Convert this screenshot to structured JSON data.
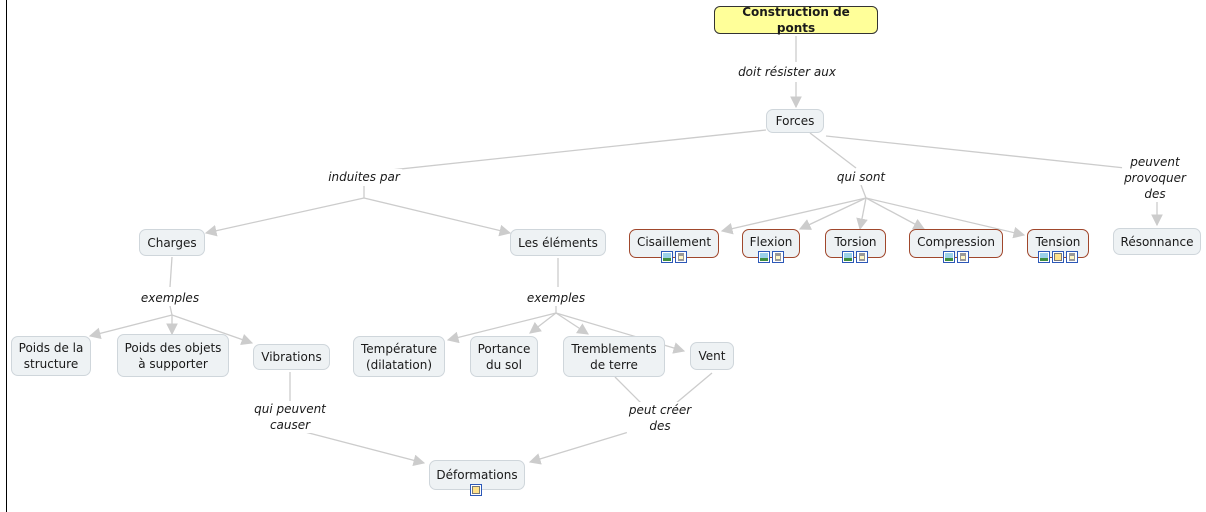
{
  "concept_map": {
    "root": "Construction de ponts",
    "concepts": {
      "forces": "Forces",
      "charges": "Charges",
      "elements": "Les éléments",
      "cisaillement": "Cisaillement",
      "flexion": "Flexion",
      "torsion": "Torsion",
      "compression": "Compression",
      "tension": "Tension",
      "resonnance": "Résonnance",
      "poids_structure": "Poids de la\nstructure",
      "poids_objets": "Poids des objets\nà supporter",
      "vibrations": "Vibrations",
      "temperature": "Température\n(dilatation)",
      "portance": "Portance\ndu sol",
      "tremblements": "Tremblements\nde terre",
      "vent": "Vent",
      "deformations": "Déformations"
    },
    "links": {
      "doit_resister": "doit résister aux",
      "induites_par": "induites par",
      "qui_sont": "qui sont",
      "peuvent_provoquer": "peuvent\nprovoquer\ndes",
      "exemples_charges": "exemples",
      "exemples_elements": "exemples",
      "qui_peuvent_causer": "qui peuvent\ncauser",
      "peut_creer": "peut créer\ndes"
    },
    "resource_icons": {
      "cisaillement": [
        "image",
        "document"
      ],
      "flexion": [
        "image",
        "document"
      ],
      "torsion": [
        "image",
        "document"
      ],
      "compression": [
        "image",
        "document"
      ],
      "tension": [
        "image",
        "multi",
        "document"
      ],
      "deformations": [
        "multi"
      ]
    }
  }
}
